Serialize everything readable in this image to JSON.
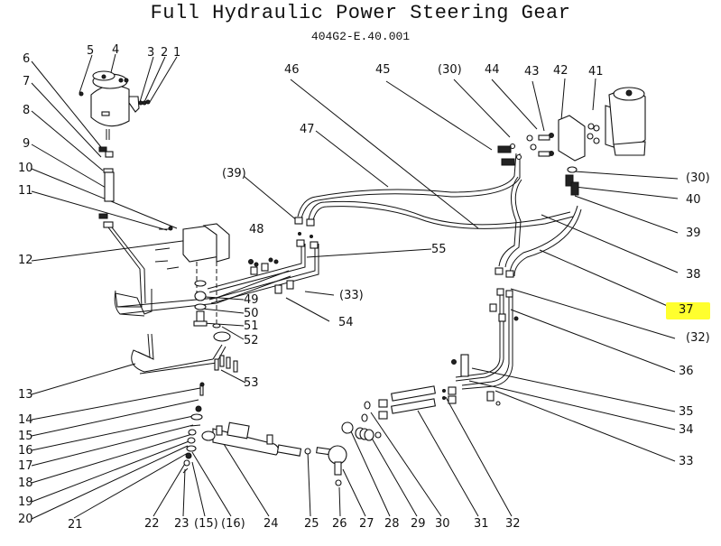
{
  "title": "Full Hydraulic Power Steering Gear",
  "subtitle": "404G2-E.40.001",
  "highlight_color": "#ffff2e",
  "highlighted_label": "37",
  "labels": {
    "l1": "1",
    "l2": "2",
    "l3": "3",
    "l4": "4",
    "l5": "5",
    "l6": "6",
    "l7": "7",
    "l8": "8",
    "l9": "9",
    "l10": "10",
    "l11": "11",
    "l12": "12",
    "l13": "13",
    "l14": "14",
    "l15": "15",
    "l16": "16",
    "l17": "17",
    "l18": "18",
    "l19": "19",
    "l20": "20",
    "l21": "21",
    "l22": "22",
    "l23": "23",
    "l15b": "(15)",
    "l16b": "(16)",
    "l24": "24",
    "l25": "25",
    "l26": "26",
    "l27": "27",
    "l28": "28",
    "l29": "29",
    "l30": "30",
    "l31": "31",
    "l32": "32",
    "l33": "33",
    "l34": "34",
    "l35": "35",
    "l36": "36",
    "l32b": "(32)",
    "l37": "37",
    "l38": "38",
    "l39": "39",
    "l40": "40",
    "l30b": "(30)",
    "l41": "41",
    "l42": "42",
    "l43": "43",
    "l44": "44",
    "l30c": "(30)",
    "l45": "45",
    "l46": "46",
    "l47": "47",
    "l39b": "(39)",
    "l48": "48",
    "l55": "55",
    "l33b": "(33)",
    "l54": "54",
    "l49": "49",
    "l50": "50",
    "l51": "51",
    "l52": "52",
    "l53": "53"
  }
}
